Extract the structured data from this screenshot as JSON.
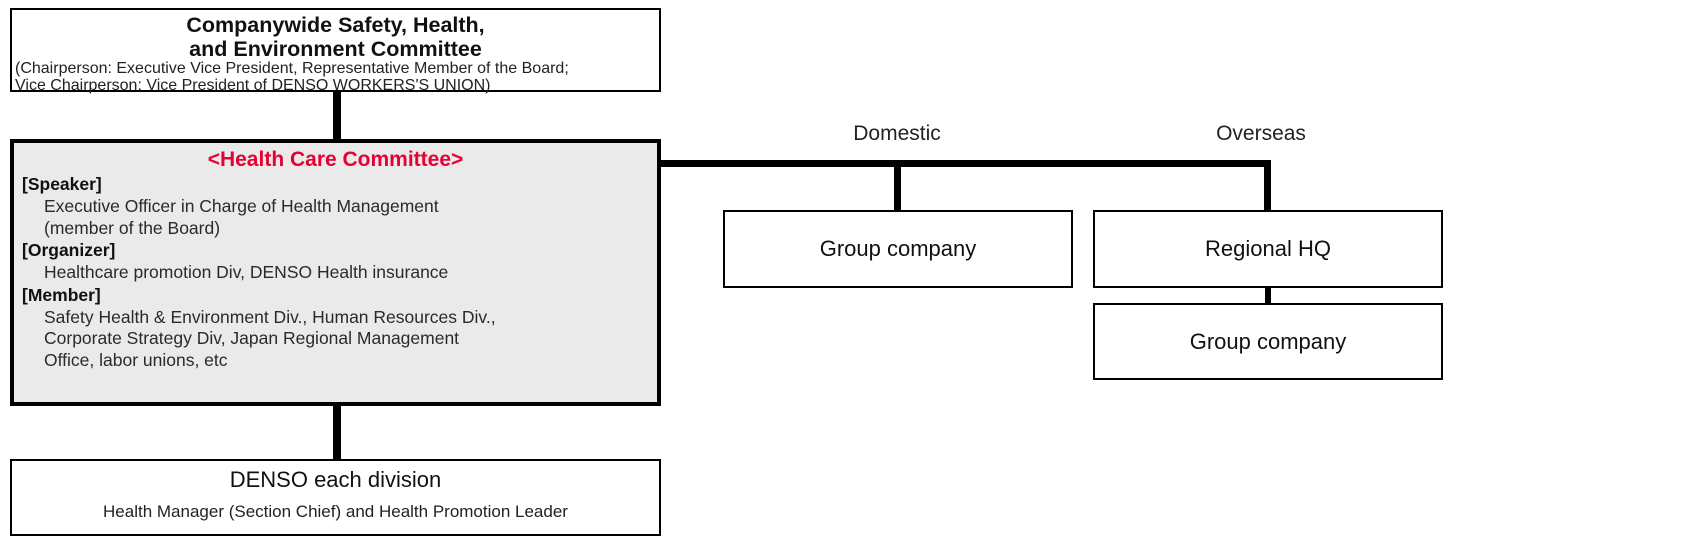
{
  "colors": {
    "accent_red": "#e60033",
    "committee_box_fill": "#eaeaea",
    "line_black": "#000000"
  },
  "top_box": {
    "title_line1": "Companywide Safety, Health,",
    "title_line2": "and Environment Committee",
    "subtitle_line1": "(Chairperson: Executive Vice President, Representative Member of the Board;",
    "subtitle_line2": "Vice Chairperson: Vice President of DENSO WORKERS'S UNION)"
  },
  "committee_box": {
    "title": "<Health Care Committee>",
    "sections": [
      {
        "header": "[Speaker]",
        "lines": [
          "Executive Officer in Charge of Health Management",
          "(member of the Board)"
        ]
      },
      {
        "header": "[Organizer]",
        "lines": [
          "Healthcare promotion Div, DENSO Health insurance"
        ]
      },
      {
        "header": "[Member]",
        "lines": [
          "Safety Health & Environment Div., Human Resources Div.,",
          "Corporate Strategy Div, Japan Regional Management",
          "Office, labor unions, etc"
        ]
      }
    ]
  },
  "bottom_box": {
    "title": "DENSO each division",
    "subtitle": "Health Manager (Section Chief) and Health Promotion Leader"
  },
  "branches": {
    "domestic_label": "Domestic",
    "overseas_label": "Overseas"
  },
  "nodes": {
    "domestic_group_company": "Group company",
    "regional_hq": "Regional HQ",
    "overseas_group_company": "Group company"
  }
}
